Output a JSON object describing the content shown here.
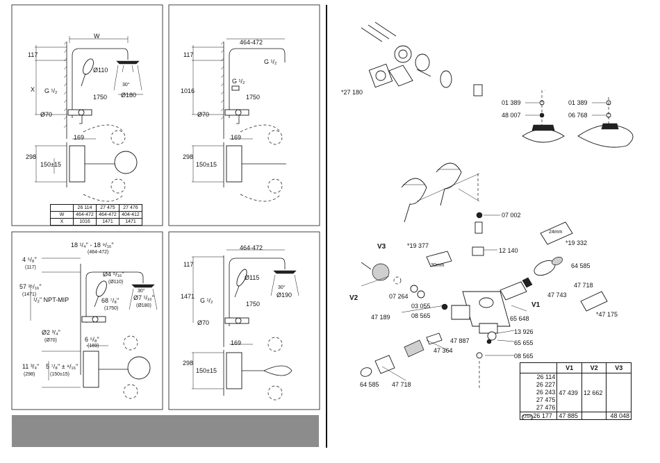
{
  "panel1": {
    "w_label": "W",
    "h_117": "117",
    "x_label": "X",
    "g_label": "G ¹/₂",
    "d110": "Ø110",
    "d180": "Ø180",
    "angle": "30°",
    "h1750": "1750",
    "d70": "Ø70",
    "w169": "169",
    "h298": "298",
    "h150": "150±15",
    "table": {
      "headers": [
        "",
        "26 114",
        "27 475",
        "27 476"
      ],
      "rows": [
        [
          "W",
          "464-472",
          "464-472",
          "404-412"
        ],
        [
          "X",
          "1016",
          "1471",
          "1471"
        ]
      ]
    }
  },
  "panel2": {
    "w": "464-472",
    "h117": "117",
    "g": "G ¹/₂",
    "g2": "G ¹/₂",
    "h1016": "1016",
    "h1750": "1750",
    "d70": "Ø70",
    "w169": "169",
    "h298": "298",
    "h150": "150±15"
  },
  "panel3": {
    "w_in": "18 ¹/₄\" - 18 ⁹/₁₆\"",
    "w_mm": "(464-472)",
    "h_in": "4 ⁵/₈\"",
    "h_mm": "(117)",
    "h2_in": "57 ¹⁵/₁₆\"",
    "h2_mm": "(1471)",
    "npt": "¹/₂\" NPT-MIP",
    "d_in": "Ø4 ⁵/₁₆\"",
    "d_mm": "(Ø110)",
    "d2_in": "Ø7 ¹/₁₆\"",
    "d2_mm": "(Ø180)",
    "angle": "30°",
    "h3_in": "68 ⁷/₈\"",
    "h3_mm": "(1750)",
    "d3_in": "Ø2 ³/₄\"",
    "d3_mm": "(Ø70)",
    "w2_in": "6 ⁵/₈\"",
    "w2_mm": "(169)",
    "h4_in": "11 ³/₄\"",
    "h4_mm": "(298)",
    "h5_in": "5 ⁷/₈\" ± ⁹/₁₆\"",
    "h5_mm": "(150±15)"
  },
  "panel4": {
    "w": "464-472",
    "h117": "117",
    "d115": "Ø115",
    "d190": "Ø190",
    "angle": "30°",
    "h1471": "1471",
    "g": "G ¹/₂",
    "h1750": "1750",
    "d70": "Ø70",
    "w169": "169",
    "h298": "298",
    "h150": "150±15"
  },
  "exploded": {
    "p27180": "*27 180",
    "p01389a": "01 389",
    "p48007": "48 007",
    "p01389b": "01 389",
    "p06768": "06 768",
    "p07002": "07 002",
    "p19377": "*19 377",
    "w30": "30mm",
    "p12140": "12 140",
    "p19332": "*19 332",
    "w24": "24mm",
    "v3": "V3",
    "v2": "V2",
    "v1": "V1",
    "p64585a": "64 585",
    "p47718a": "47 718",
    "p47743": "47 743",
    "p07264": "07 264",
    "p03055": "03 055",
    "p47189": "47 189",
    "p08565a": "08 565",
    "p65648": "65 648",
    "p47175": "*47 175",
    "p13926": "13 926",
    "p65655": "65 655",
    "p47887": "47 887",
    "p47364": "47 364",
    "p08565b": "08 565",
    "p64585b": "64 585",
    "p47718b": "47 718"
  },
  "parts_table": {
    "headers": [
      "",
      "V1",
      "V2",
      "V3"
    ],
    "models": [
      "26 114",
      "26 227",
      "26 243",
      "27 475",
      "27 476"
    ],
    "v1": "47 439",
    "v2": "12 662",
    "v3": "",
    "usa_badge": "USA",
    "usa_model": "26 177",
    "usa_v1": "47 885",
    "usa_v2": "",
    "usa_v3": "48 048"
  }
}
